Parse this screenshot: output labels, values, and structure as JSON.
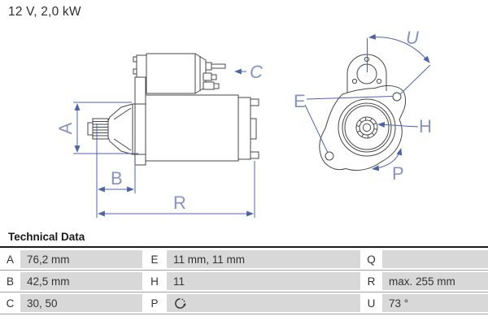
{
  "header": {
    "title": "12 V, 2,0 kW"
  },
  "drawing": {
    "description": "starter motor technical drawing, side view and mounting flange front view",
    "labels": {
      "A": "A",
      "B": "B",
      "C": "C",
      "R": "R",
      "E": "E",
      "H": "H",
      "P": "P",
      "U": "U"
    },
    "colors": {
      "dimension_line_blue": "#4c63a9",
      "dimension_label_blue": "#8892c2",
      "drawing_line_gray": "#474747"
    }
  },
  "technical_data": {
    "heading": "Technical Data",
    "colors": {
      "row_background": "#d8d8d8",
      "row_separator": "#a2a2a2",
      "heading_rule": "#1a1a1a"
    },
    "columns": [
      {
        "rows": [
          {
            "key": "A",
            "value": "76,2 mm"
          },
          {
            "key": "B",
            "value": "42,5 mm"
          },
          {
            "key": "C",
            "value": "30, 50"
          }
        ]
      },
      {
        "rows": [
          {
            "key": "E",
            "value": "11 mm, 11 mm"
          },
          {
            "key": "H",
            "value": "11"
          },
          {
            "key": "P",
            "value": "",
            "icon": "rotation-clockwise-icon"
          }
        ]
      },
      {
        "rows": [
          {
            "key": "Q",
            "value": ""
          },
          {
            "key": "R",
            "value": "max. 255 mm"
          },
          {
            "key": "U",
            "value": "73 °"
          }
        ]
      }
    ]
  }
}
